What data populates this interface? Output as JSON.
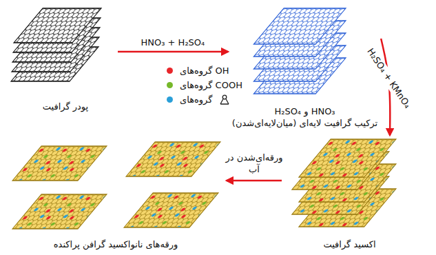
{
  "diagram": {
    "nodes": [
      {
        "text": [
          "پودر گرافیت"
        ]
      },
      {
        "text": [
          "HNO₃ و H₂SO₄",
          "ترکیب گرافیت لایه‌ای (میان‌لایه‌ای‌شدن)"
        ]
      },
      {
        "text": [
          "اکسید گرافیت"
        ]
      },
      {
        "text": [
          "ورقه‌های نانواکسید گرافن پراکنده"
        ]
      }
    ],
    "edges": [
      {
        "from": 0,
        "to": 1,
        "arrow": "to",
        "label": "HNO₃ + H₂SO₄"
      },
      {
        "from": 1,
        "to": 2,
        "arrow": "to",
        "label": "H₂SO₄ + KMnO₄"
      },
      {
        "from": 2,
        "to": 3,
        "arrow": "to",
        "label": "ورقه‌ای‌شدن در آب"
      }
    ],
    "legend": [
      {
        "text": "گروه‌های OH",
        "color": "#e8262a"
      },
      {
        "text": "گروه‌های COOH",
        "color": "#76b82a"
      },
      {
        "text": "گروه‌های",
        "color": "#2a9fd8"
      }
    ]
  }
}
